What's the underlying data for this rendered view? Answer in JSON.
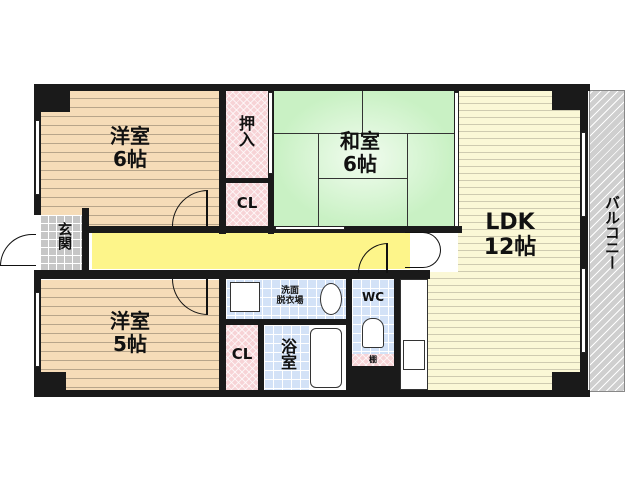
{
  "floorplan": {
    "rooms": {
      "western_room_1": {
        "name": "洋室",
        "size": "6帖"
      },
      "closet_oshiire": {
        "name": "押入"
      },
      "closet_1": {
        "name": "CL"
      },
      "japanese_room": {
        "name": "和室",
        "size": "6帖"
      },
      "ldk": {
        "name": "LDK",
        "size": "12帖"
      },
      "balcony": {
        "name": "バルコニー"
      },
      "entrance": {
        "name": "玄関"
      },
      "western_room_2": {
        "name": "洋室",
        "size": "5帖"
      },
      "closet_2": {
        "name": "CL"
      },
      "washroom": {
        "name": "洗面\n脱衣場"
      },
      "bathroom": {
        "name": "浴室"
      },
      "toilet": {
        "name": "WC"
      },
      "shelf": {
        "name": "棚"
      }
    },
    "colors": {
      "wall": "#1a1a1a",
      "wood_floor": "#f6dcb8",
      "ldk_floor": "#fbf8d6",
      "tatami": "#c9f1c4",
      "hallway": "#fdf58a",
      "closet": "#f7d3d6",
      "wet_area": "#d3e2f7",
      "entrance": "#c6c6c6",
      "balcony": "#cfcfcf"
    }
  }
}
